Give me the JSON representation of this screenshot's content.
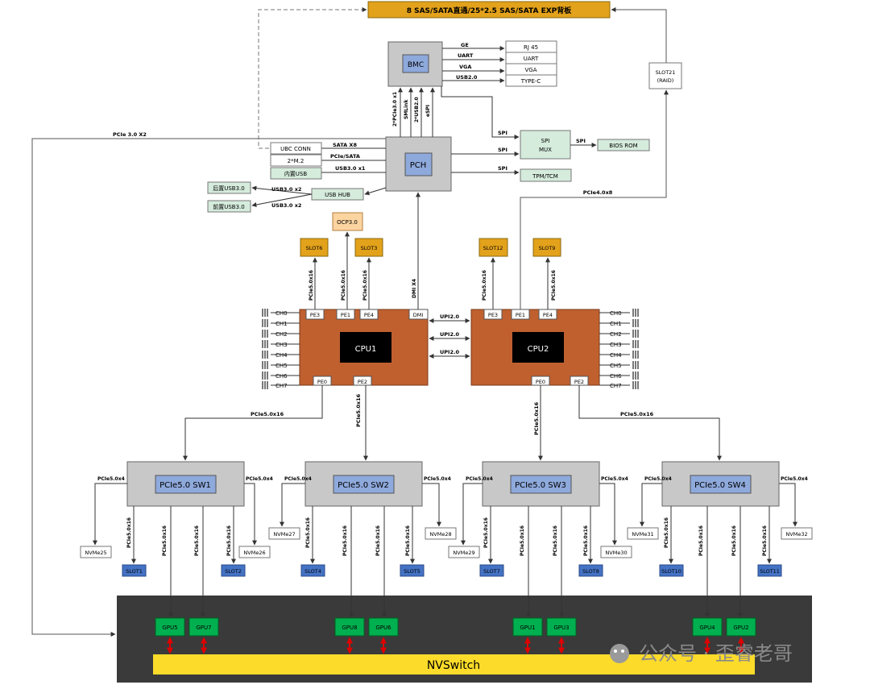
{
  "backplane": {
    "label": "8 SAS/SATA直通/25*2.5 SAS/SATA EXP背板"
  },
  "bmc": {
    "label": "BMC",
    "outputs": [
      {
        "signal": "GE",
        "target": "RJ 45"
      },
      {
        "signal": "UART",
        "target": "UART"
      },
      {
        "signal": "VGA",
        "target": "VGA"
      },
      {
        "signal": "USB2.0",
        "target": "TYPE-C"
      }
    ]
  },
  "pch": {
    "label": "PCH",
    "uplinks": [
      "2*PCIe3.0 x1",
      "SMLink",
      "2*USB2.0",
      "eSPI"
    ],
    "left_links": [
      {
        "signal": "SATA X8",
        "target": "UBC CONN"
      },
      {
        "signal": "PCIe/SATA",
        "target": "2*M.2"
      },
      {
        "signal": "USB3.0 x1",
        "target": "内置USB"
      }
    ],
    "spi_signal": "SPI",
    "dmi": "DMI X4"
  },
  "usb_hub": {
    "label": "USB HUB",
    "outputs": [
      {
        "signal": "USB3.0 x2",
        "target": "后置USB3.0"
      },
      {
        "signal": "USB3.0 x2",
        "target": "前置USB3.0"
      }
    ]
  },
  "spi_mux": {
    "label_1": "SPI",
    "label_2": "MUX",
    "out_signal": "SPI",
    "target": "BIOS ROM"
  },
  "tpm": {
    "label": "TPM/TCM"
  },
  "slot21": {
    "label_1": "SLOT21",
    "label_2": "(RAID)",
    "link": "PCIe4.0x8"
  },
  "pcie30x2": "PCIe 3.0 X2",
  "ocp": "OCP3.0",
  "slots_top": {
    "slot6": "SLOT6",
    "slot3": "SLOT3",
    "slot12": "SLOT12",
    "slot9": "SLOT9"
  },
  "pcie5x16": "PCIe5.0x16",
  "pcie5x4": "PCIe5.0x4",
  "cpu1": {
    "label": "CPU1",
    "ports_top": [
      "PE3",
      "PE1",
      "PE4",
      "DMI"
    ],
    "ports_bottom": [
      "PE0",
      "PE2"
    ]
  },
  "cpu2": {
    "label": "CPU2",
    "ports_top": [
      "PE3",
      "PE1",
      "PE4"
    ],
    "ports_bottom": [
      "PE0",
      "PE2"
    ]
  },
  "channels": [
    "CH0",
    "CH1",
    "CH2",
    "CH3",
    "CH4",
    "CH5",
    "CH6",
    "CH7"
  ],
  "upi": [
    "UPI2.0",
    "UPI2.0",
    "UPI2.0"
  ],
  "switches": [
    {
      "label": "PCIe5.0 SW1",
      "nvme_left": "NVMe25",
      "nvme_right": "NVMe26",
      "slot_left": "SLOT1",
      "slot_right": "SLOT2",
      "gpus": [
        "GPU5",
        "GPU7"
      ]
    },
    {
      "label": "PCIe5.0 SW2",
      "nvme_left": "NVMe27",
      "nvme_right": "NVMe28",
      "slot_left": "SLOT4",
      "slot_right": "SLOT5",
      "gpus": [
        "GPU8",
        "GPU6"
      ]
    },
    {
      "label": "PCIe5.0 SW3",
      "nvme_left": "NVMe29",
      "nvme_right": "NVMe30",
      "slot_left": "SLOT7",
      "slot_right": "SLOT8",
      "gpus": [
        "GPU1",
        "GPU3"
      ]
    },
    {
      "label": "PCIe5.0 SW4",
      "nvme_left": "NVMe31",
      "nvme_right": "NVMe32",
      "slot_left": "SLOT10",
      "slot_right": "SLOT11",
      "gpus": [
        "GPU4",
        "GPU2"
      ]
    }
  ],
  "nvswitch": "NVSwitch",
  "watermark": "公众号 · 歪睿老哥",
  "colors": {
    "backplane": "#E3A21B",
    "cpu": "#C0602F",
    "gray_box": "#C8C8C8",
    "blue_chip": "#8EA9DB",
    "green_box": "#D5EBDC",
    "slot_orange": "#E3A21B",
    "slot_blue": "#4472C4",
    "gpu_green": "#00B050",
    "nvswitch_yellow": "#FDDB2A",
    "dark_panel": "#3A3A3A",
    "ocp": "#FCD4A0",
    "red_arrow": "#E00000"
  }
}
